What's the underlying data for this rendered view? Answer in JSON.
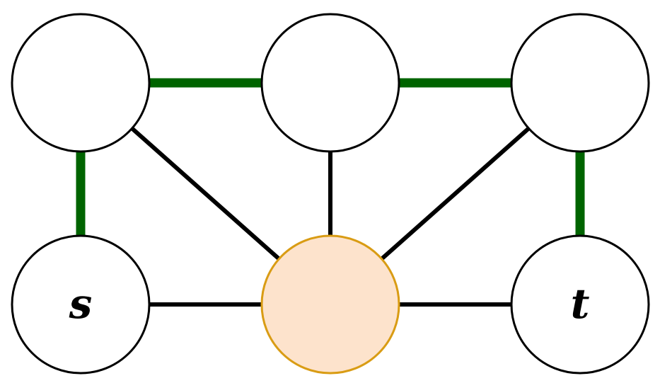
{
  "colors": {
    "background": "#ffffff",
    "node_stroke": "#000000",
    "node_fill": "#ffffff",
    "highlight_node_fill": "#fde3cc",
    "highlight_node_stroke": "#d99c14",
    "path_edge": "#006400",
    "edge": "#000000"
  },
  "graph": {
    "nodes": [
      {
        "id": "top-left",
        "label": "",
        "highlighted": false
      },
      {
        "id": "top-middle",
        "label": "",
        "highlighted": false
      },
      {
        "id": "top-right",
        "label": "",
        "highlighted": false
      },
      {
        "id": "source",
        "label": "s",
        "highlighted": false
      },
      {
        "id": "center",
        "label": "",
        "highlighted": true
      },
      {
        "id": "target",
        "label": "t",
        "highlighted": false
      }
    ],
    "edges": [
      {
        "from": "top-left",
        "to": "top-middle",
        "on_path": true
      },
      {
        "from": "top-middle",
        "to": "top-right",
        "on_path": true
      },
      {
        "from": "top-left",
        "to": "source",
        "on_path": true
      },
      {
        "from": "top-right",
        "to": "target",
        "on_path": true
      },
      {
        "from": "top-left",
        "to": "center",
        "on_path": false
      },
      {
        "from": "top-middle",
        "to": "center",
        "on_path": false
      },
      {
        "from": "top-right",
        "to": "center",
        "on_path": false
      },
      {
        "from": "source",
        "to": "center",
        "on_path": false
      },
      {
        "from": "center",
        "to": "target",
        "on_path": false
      }
    ]
  }
}
